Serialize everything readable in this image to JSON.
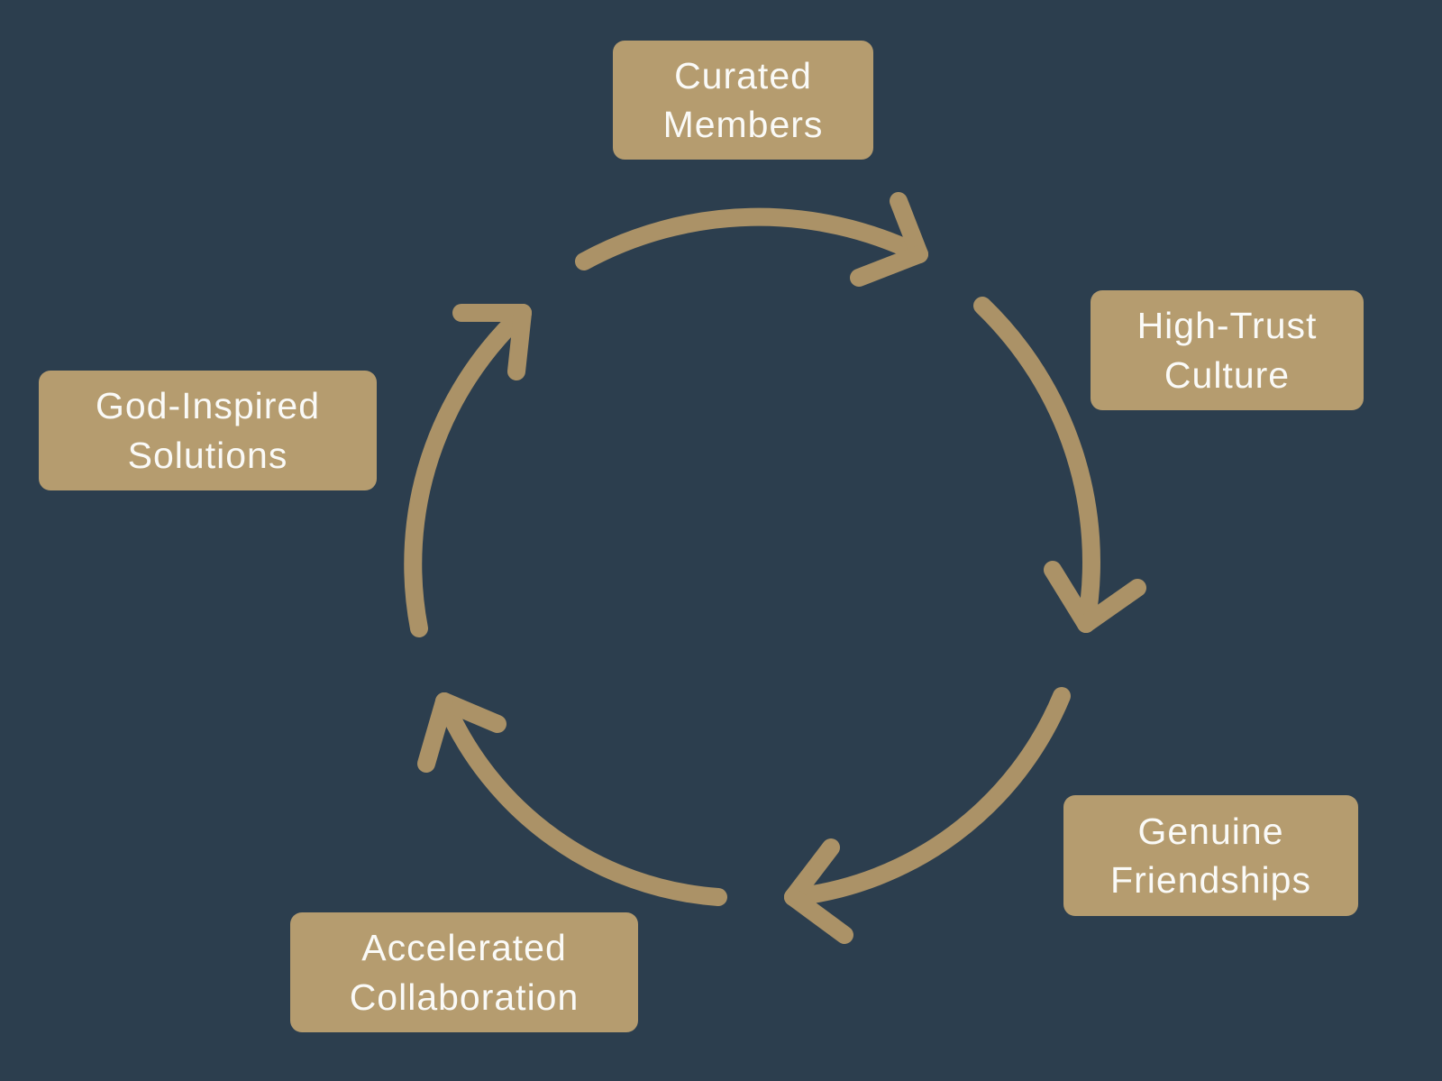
{
  "diagram": {
    "type": "cycle",
    "direction": "clockwise",
    "colors": {
      "background": "#2c3e4e",
      "node_fill": "#b59c6f",
      "node_text": "#fafaf7",
      "arrow": "#ab9267"
    },
    "nodes": [
      {
        "id": "curated-members",
        "label": "Curated Members",
        "lines": [
          "Curated",
          "Members"
        ]
      },
      {
        "id": "high-trust-culture",
        "label": "High-Trust Culture",
        "lines": [
          "High-Trust",
          "Culture"
        ]
      },
      {
        "id": "genuine-friendships",
        "label": "Genuine Friendships",
        "lines": [
          "Genuine",
          "Friendships"
        ]
      },
      {
        "id": "accelerated-collaboration",
        "label": "Accelerated Collaboration",
        "lines": [
          "Accelerated",
          "Collaboration"
        ]
      },
      {
        "id": "god-inspired-solutions",
        "label": "God-Inspired Solutions",
        "lines": [
          "God-Inspired",
          "Solutions"
        ]
      }
    ],
    "edges": [
      {
        "from": "Curated Members",
        "to": "High-Trust Culture"
      },
      {
        "from": "High-Trust Culture",
        "to": "Genuine Friendships"
      },
      {
        "from": "Genuine Friendships",
        "to": "Accelerated Collaboration"
      },
      {
        "from": "Accelerated Collaboration",
        "to": "God-Inspired Solutions"
      },
      {
        "from": "God-Inspired Solutions",
        "to": "Curated Members"
      }
    ]
  }
}
